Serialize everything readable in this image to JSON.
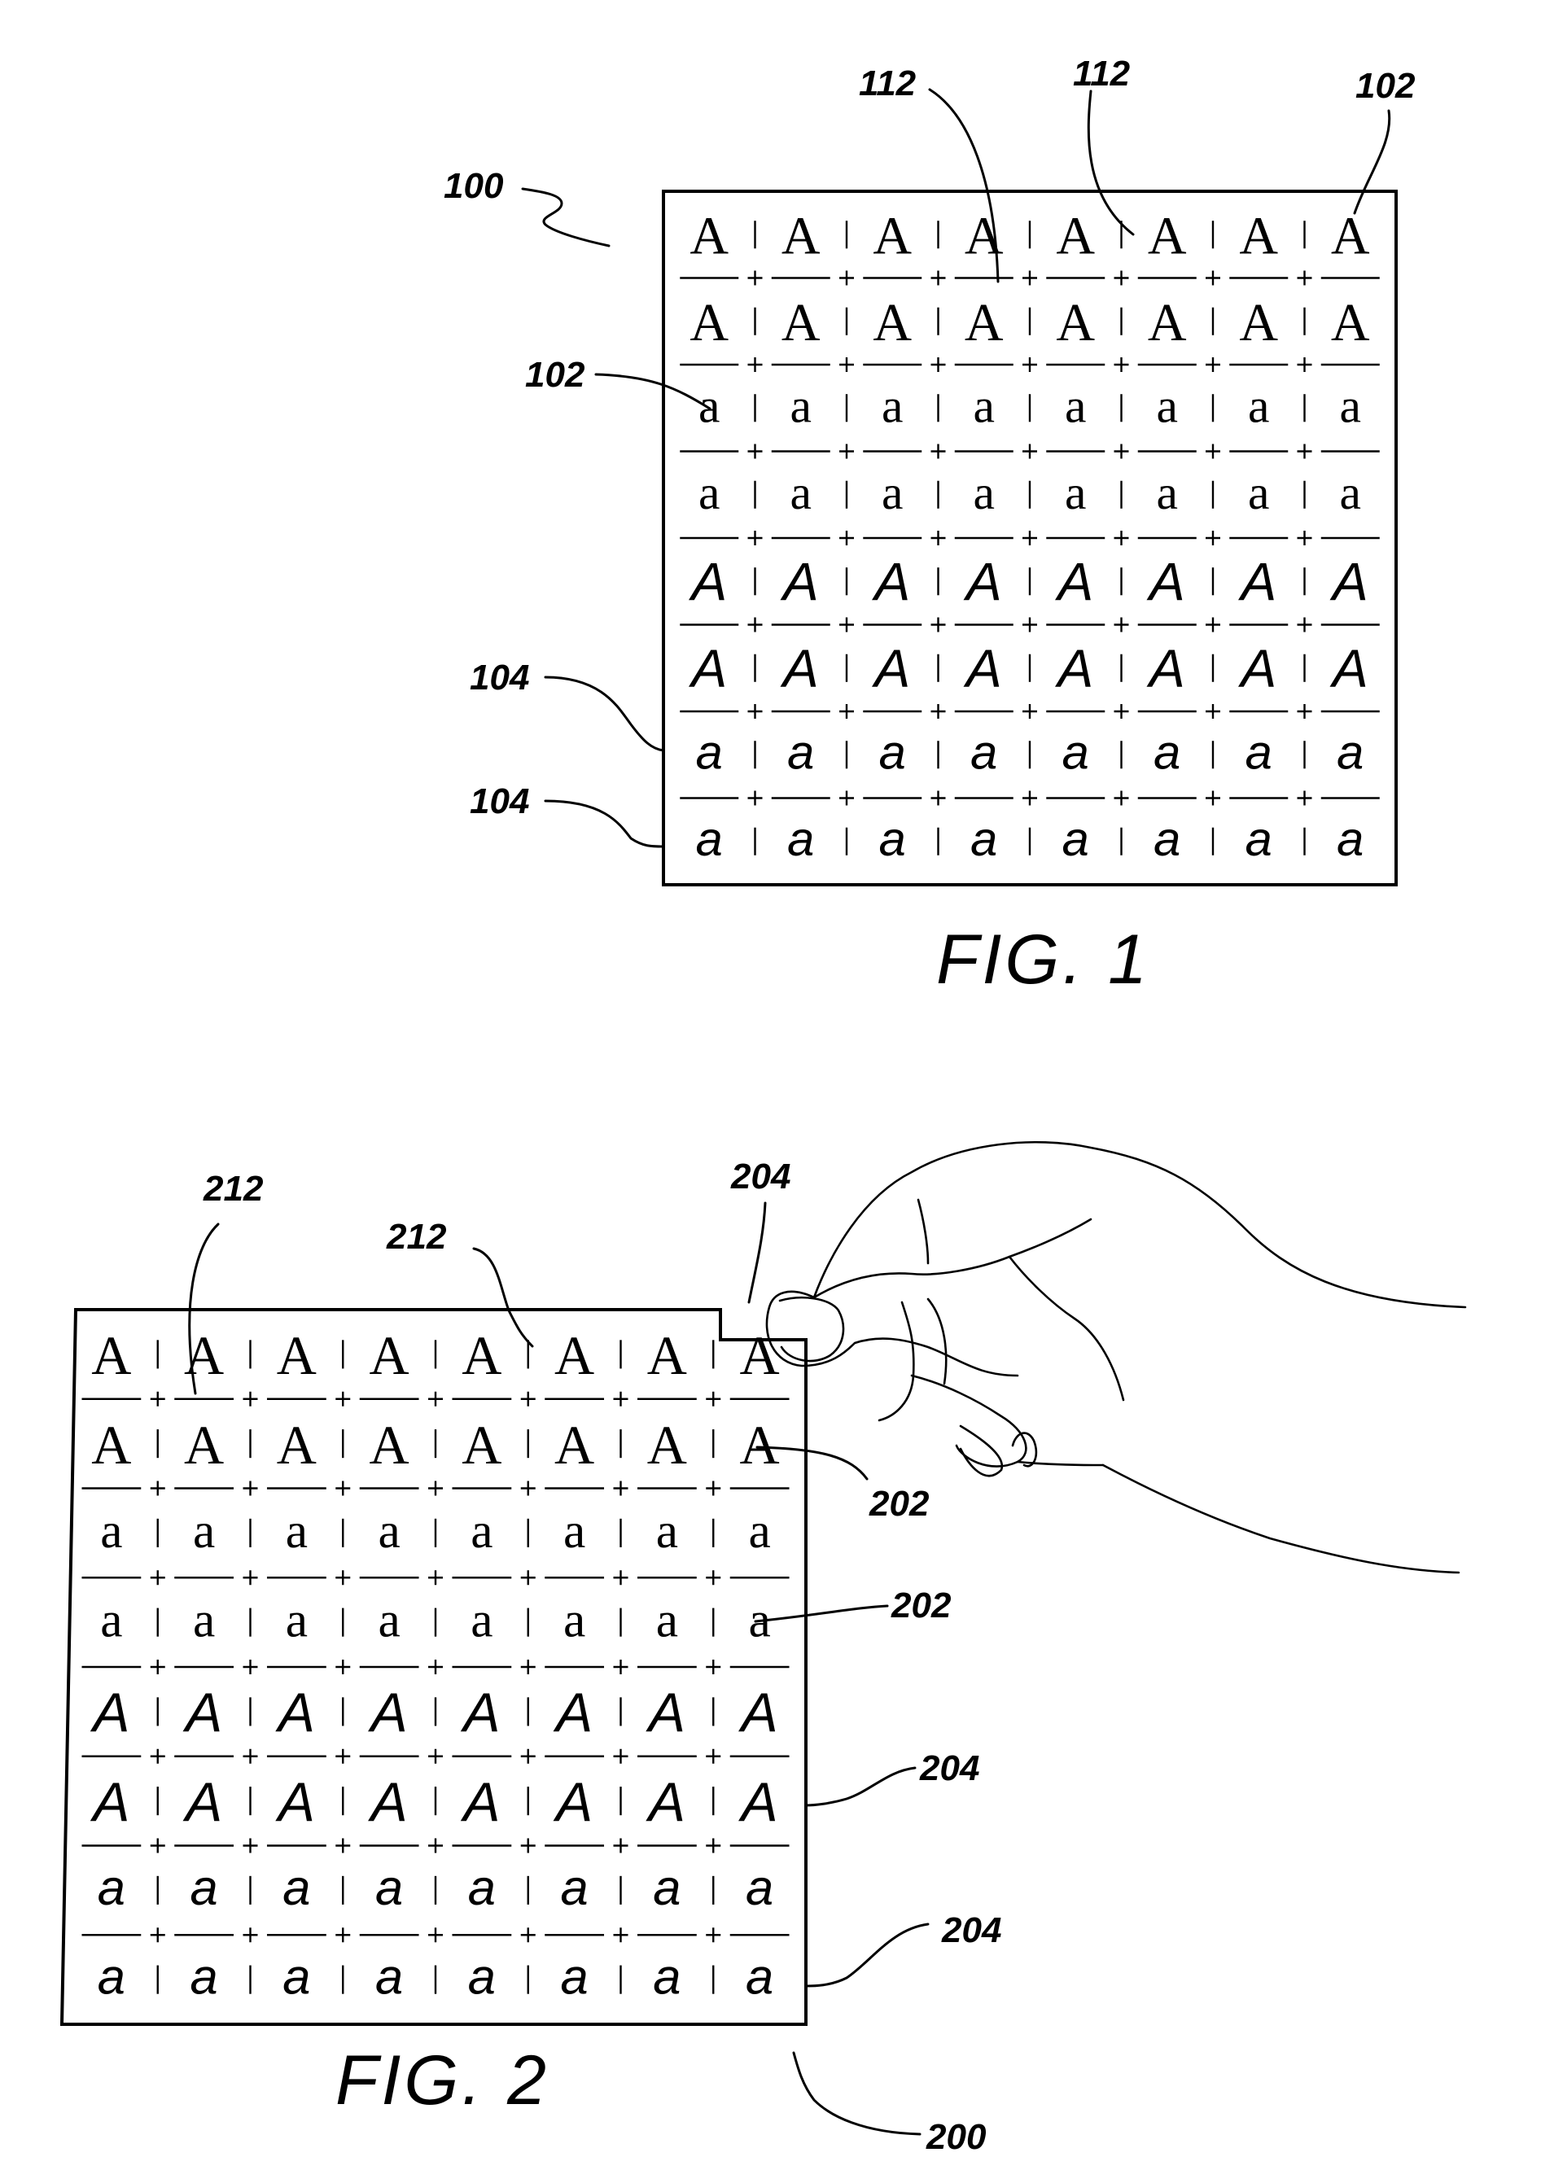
{
  "figures": [
    {
      "id": "fig1",
      "caption": "FIG. 1",
      "rows": [
        "A",
        "A",
        "a",
        "a",
        "A",
        "A",
        "a",
        "a"
      ],
      "row_fonts": [
        "serif",
        "serif",
        "serif",
        "serif",
        "sans",
        "sans",
        "sans",
        "sans"
      ],
      "columns": 8,
      "refs": {
        "sheet": "100",
        "seam_1": "112",
        "seam_2": "112",
        "char_top": "102",
        "char_left": "102",
        "row_1": "104",
        "row_2": "104"
      }
    },
    {
      "id": "fig2",
      "caption": "FIG. 2",
      "rows": [
        "A",
        "A",
        "a",
        "a",
        "A",
        "A",
        "a",
        "a"
      ],
      "row_fonts": [
        "serif",
        "serif",
        "serif",
        "serif",
        "sans",
        "sans",
        "sans",
        "sans"
      ],
      "columns": 8,
      "refs": {
        "seam_1": "212",
        "seam_2": "212",
        "corner": "204",
        "char_1": "202",
        "char_2": "202",
        "row_1": "204",
        "row_2": "204",
        "sheet": "200"
      }
    }
  ]
}
